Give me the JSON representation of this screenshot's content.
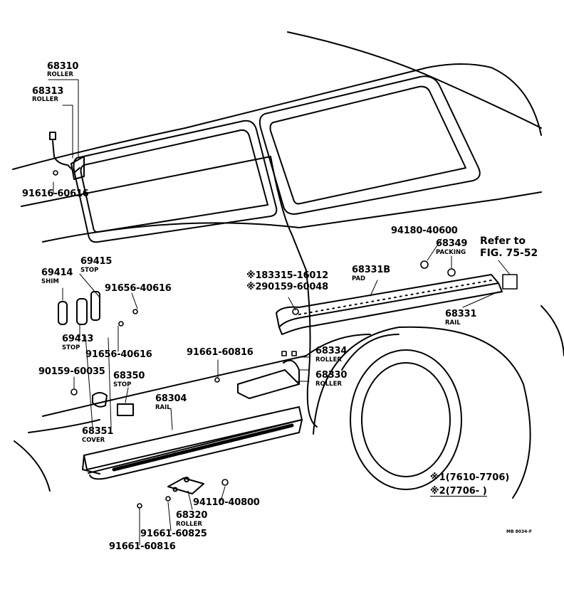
{
  "parts": [
    {
      "id": "p68310",
      "number": "68310",
      "name": "ROLLER"
    },
    {
      "id": "p68313",
      "number": "68313",
      "name": "ROLLER"
    },
    {
      "id": "p91616",
      "number": "91616-60616",
      "name": ""
    },
    {
      "id": "p69415",
      "number": "69415",
      "name": "STOP"
    },
    {
      "id": "p69414",
      "number": "69414",
      "name": "SHIM"
    },
    {
      "id": "p91656a",
      "number": "91656-40616",
      "name": ""
    },
    {
      "id": "p69413",
      "number": "69413",
      "name": "STOP"
    },
    {
      "id": "p91656b",
      "number": "91656-40616",
      "name": ""
    },
    {
      "id": "p90159a",
      "number": "90159-60035",
      "name": ""
    },
    {
      "id": "p68350",
      "number": "68350",
      "name": "STOP"
    },
    {
      "id": "p68304",
      "number": "68304",
      "name": "RAIL"
    },
    {
      "id": "p68351",
      "number": "68351",
      "name": "COVER"
    },
    {
      "id": "p91661a",
      "number": "91661-60816",
      "name": ""
    },
    {
      "id": "p83315",
      "number": "83315-16012",
      "name": ""
    },
    {
      "id": "p90159b",
      "number": "90159-60048",
      "name": ""
    },
    {
      "id": "p68331b",
      "number": "68331B",
      "name": "PAD"
    },
    {
      "id": "p94180",
      "number": "94180-40600",
      "name": ""
    },
    {
      "id": "p68349",
      "number": "68349",
      "name": "PACKING"
    },
    {
      "id": "p68331",
      "number": "68331",
      "name": "RAIL"
    },
    {
      "id": "p68334",
      "number": "68334",
      "name": "ROLLER"
    },
    {
      "id": "p68330",
      "number": "68330",
      "name": "ROLLER"
    },
    {
      "id": "p94110",
      "number": "94110-40800",
      "name": ""
    },
    {
      "id": "p68320",
      "number": "68320",
      "name": "ROLLER"
    },
    {
      "id": "p91661b",
      "number": "91661-60825",
      "name": ""
    },
    {
      "id": "p91661c",
      "number": "91661-60816",
      "name": ""
    }
  ],
  "markers": {
    "m1": "※1",
    "m2": "※2"
  },
  "refer": {
    "line1": "Refer to",
    "line2": "FIG. 75-52"
  },
  "legend": [
    {
      "mark": "※1",
      "text": "(7610-7706)"
    },
    {
      "mark": "※2",
      "text": "(7706-       )"
    }
  ],
  "drawing_code": "MB 8034-F"
}
